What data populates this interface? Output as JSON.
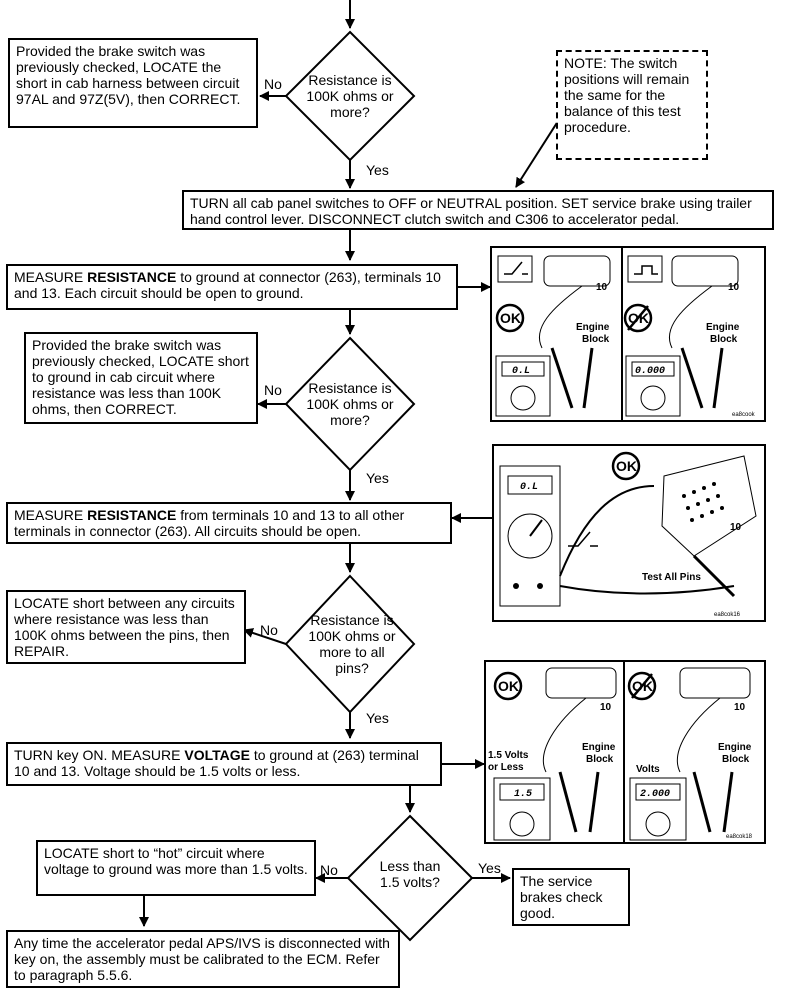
{
  "boxes": {
    "b1": "Provided the brake switch was previously checked, LOCATE the short in cab harness between circuit 97AL and 97Z(5V), then CORRECT.",
    "note": "NOTE: The switch positions will remain the same for the balance of this test procedure.",
    "turn_switches": "TURN all cab panel switches to OFF or NEUTRAL position. SET service brake using trailer hand control lever. DISCONNECT clutch switch and C306 to accelerator pedal.",
    "measure1_pre": "MEASURE ",
    "measure1_bold": "RESISTANCE",
    "measure1_post": " to ground at connector (263), terminals 10 and 13. Each circuit should be open to ground.",
    "b2": "Provided the brake switch was previously checked, LOCATE short to ground in cab circuit where resistance was less than 100K ohms, then CORRECT.",
    "measure2_pre": "MEASURE ",
    "measure2_bold": "RESISTANCE",
    "measure2_post": " from terminals 10 and 13 to all other terminals in connector (263). All circuits should be open.",
    "b3": "LOCATE short between any circuits where resistance was less than 100K ohms between the pins, then REPAIR.",
    "turn_key_pre": "TURN key ON. MEASURE ",
    "turn_key_bold": "VOLTAGE",
    "turn_key_post": " to ground at (263) terminal 10 and 13. Voltage should be 1.5 volts or less.",
    "b4": "LOCATE short to “hot” circuit where voltage to ground was more than 1.5 volts.",
    "service_brakes": "The service brakes check good.",
    "final": "Any time the accelerator pedal APS/IVS is disconnected with key on, the assembly must be calibrated to the ECM. Refer to paragraph 5.5.6."
  },
  "decisions": {
    "d1": "Resistance is 100K ohms or more?",
    "d2": "Resistance is 100K ohms or more?",
    "d3": "Resistance is 100K ohms or more to all pins?",
    "d4": "Less than 1.5 volts?"
  },
  "labels": {
    "no": "No",
    "yes": "Yes"
  },
  "illustrations": {
    "fig1": {
      "ok": "OK",
      "pin": "10",
      "engine": "Engine",
      "block": "Block",
      "lcd_left": "0.L",
      "lcd_right": "0.000",
      "code": "ea8cook"
    },
    "fig2": {
      "ok": "OK",
      "pin": "10",
      "lcd": "0.L",
      "test_all": "Test All Pins",
      "code": "ea8cok16"
    },
    "fig3": {
      "ok": "OK",
      "pin": "10",
      "engine": "Engine",
      "block": "Block",
      "volts_left_1": "1.5 Volts",
      "volts_left_2": "or Less",
      "volts_right": "Volts",
      "lcd_left": "1.5",
      "lcd_right": "2.000",
      "code": "ea8cok18"
    }
  }
}
